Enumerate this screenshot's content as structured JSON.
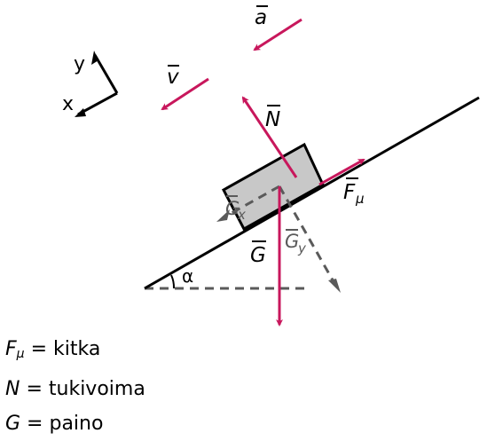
{
  "colors": {
    "vector": "#c8175c",
    "line": "#000000",
    "dashed": "#5a5a5a",
    "block_fill": "#c8c8c8"
  },
  "labels": {
    "a": "a",
    "v": "v",
    "N": "N",
    "F": "F",
    "mu": "μ",
    "G": "G",
    "Gx_sub": "x",
    "Gy_sub": "y",
    "alpha": "α",
    "axis_x": "x",
    "axis_y": "y"
  },
  "legend": [
    {
      "symbol": "F",
      "sub": "μ",
      "text": " = kitka"
    },
    {
      "symbol": "N",
      "sub": "",
      "text": " = tukivoima"
    },
    {
      "symbol": "G",
      "sub": "",
      "text": " = paino"
    }
  ]
}
